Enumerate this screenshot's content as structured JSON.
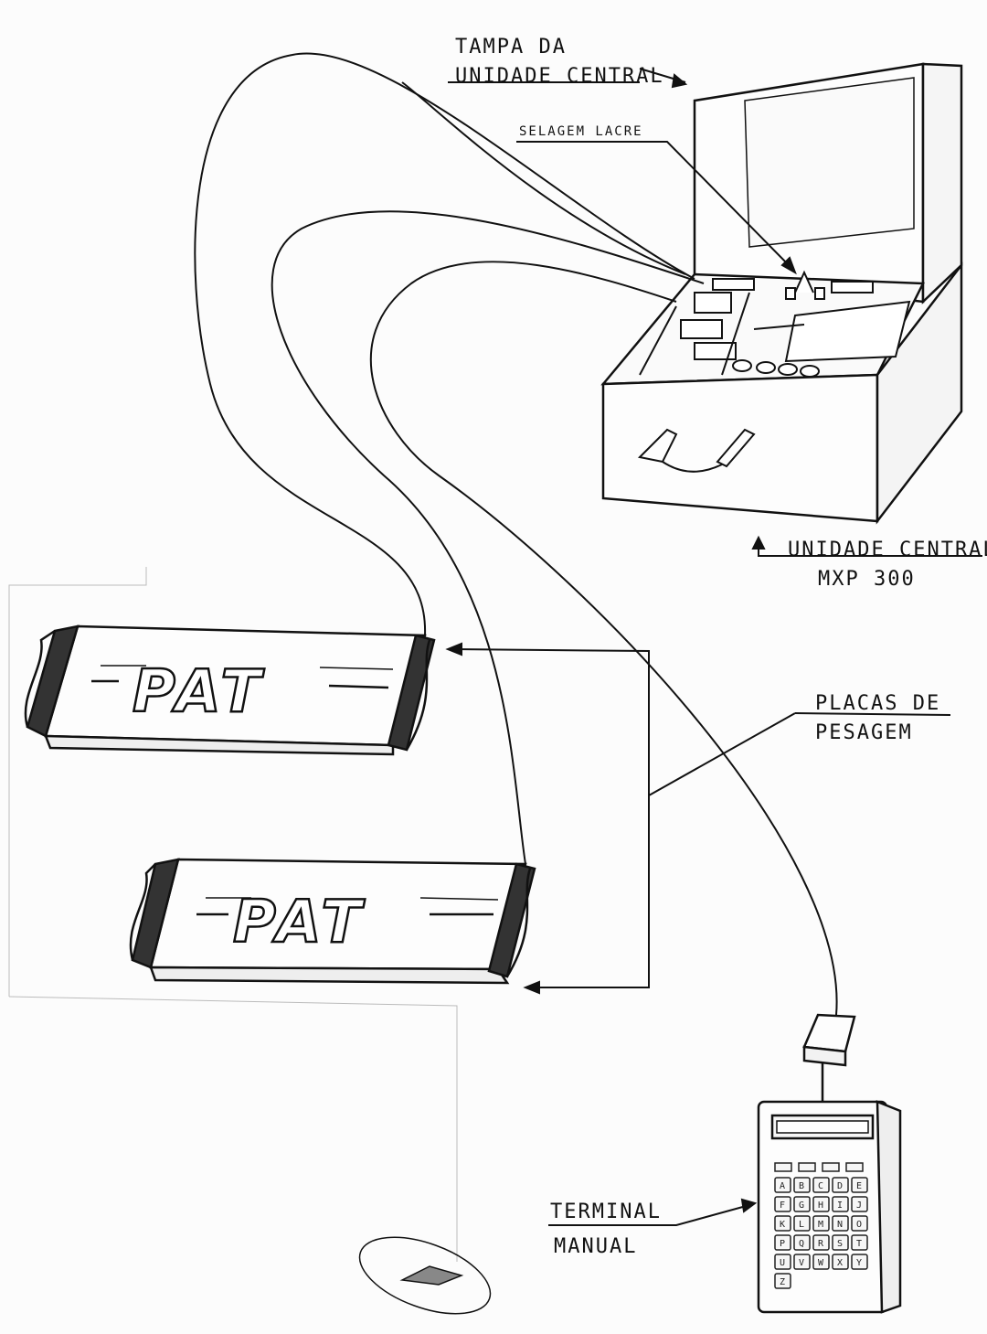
{
  "labels": {
    "tampa_line1": "TAMPA DA",
    "tampa_line2": "UNIDADE CENTRAL",
    "selagem": "SELAGEM LACRE",
    "unidade_line1": "UNIDADE CENTRAL",
    "unidade_line2": "MXP 300",
    "placas_line1": "PLACAS   DE",
    "placas_line2": "PESAGEM",
    "terminal_line1": "TERMINAL",
    "terminal_line2": "MANUAL"
  },
  "plates": {
    "top_label": "PAT",
    "bottom_label": "PAT"
  },
  "keypad": {
    "keys": [
      "A",
      "B",
      "C",
      "D",
      "E",
      "F",
      "G",
      "H",
      "I",
      "J",
      "K",
      "L",
      "M",
      "N",
      "O",
      "P",
      "Q",
      "R",
      "S",
      "T",
      "U",
      "V",
      "W",
      "X",
      "Y",
      "Z"
    ]
  },
  "colors": {
    "ink": "#111111",
    "paper": "#fcfcfc"
  }
}
